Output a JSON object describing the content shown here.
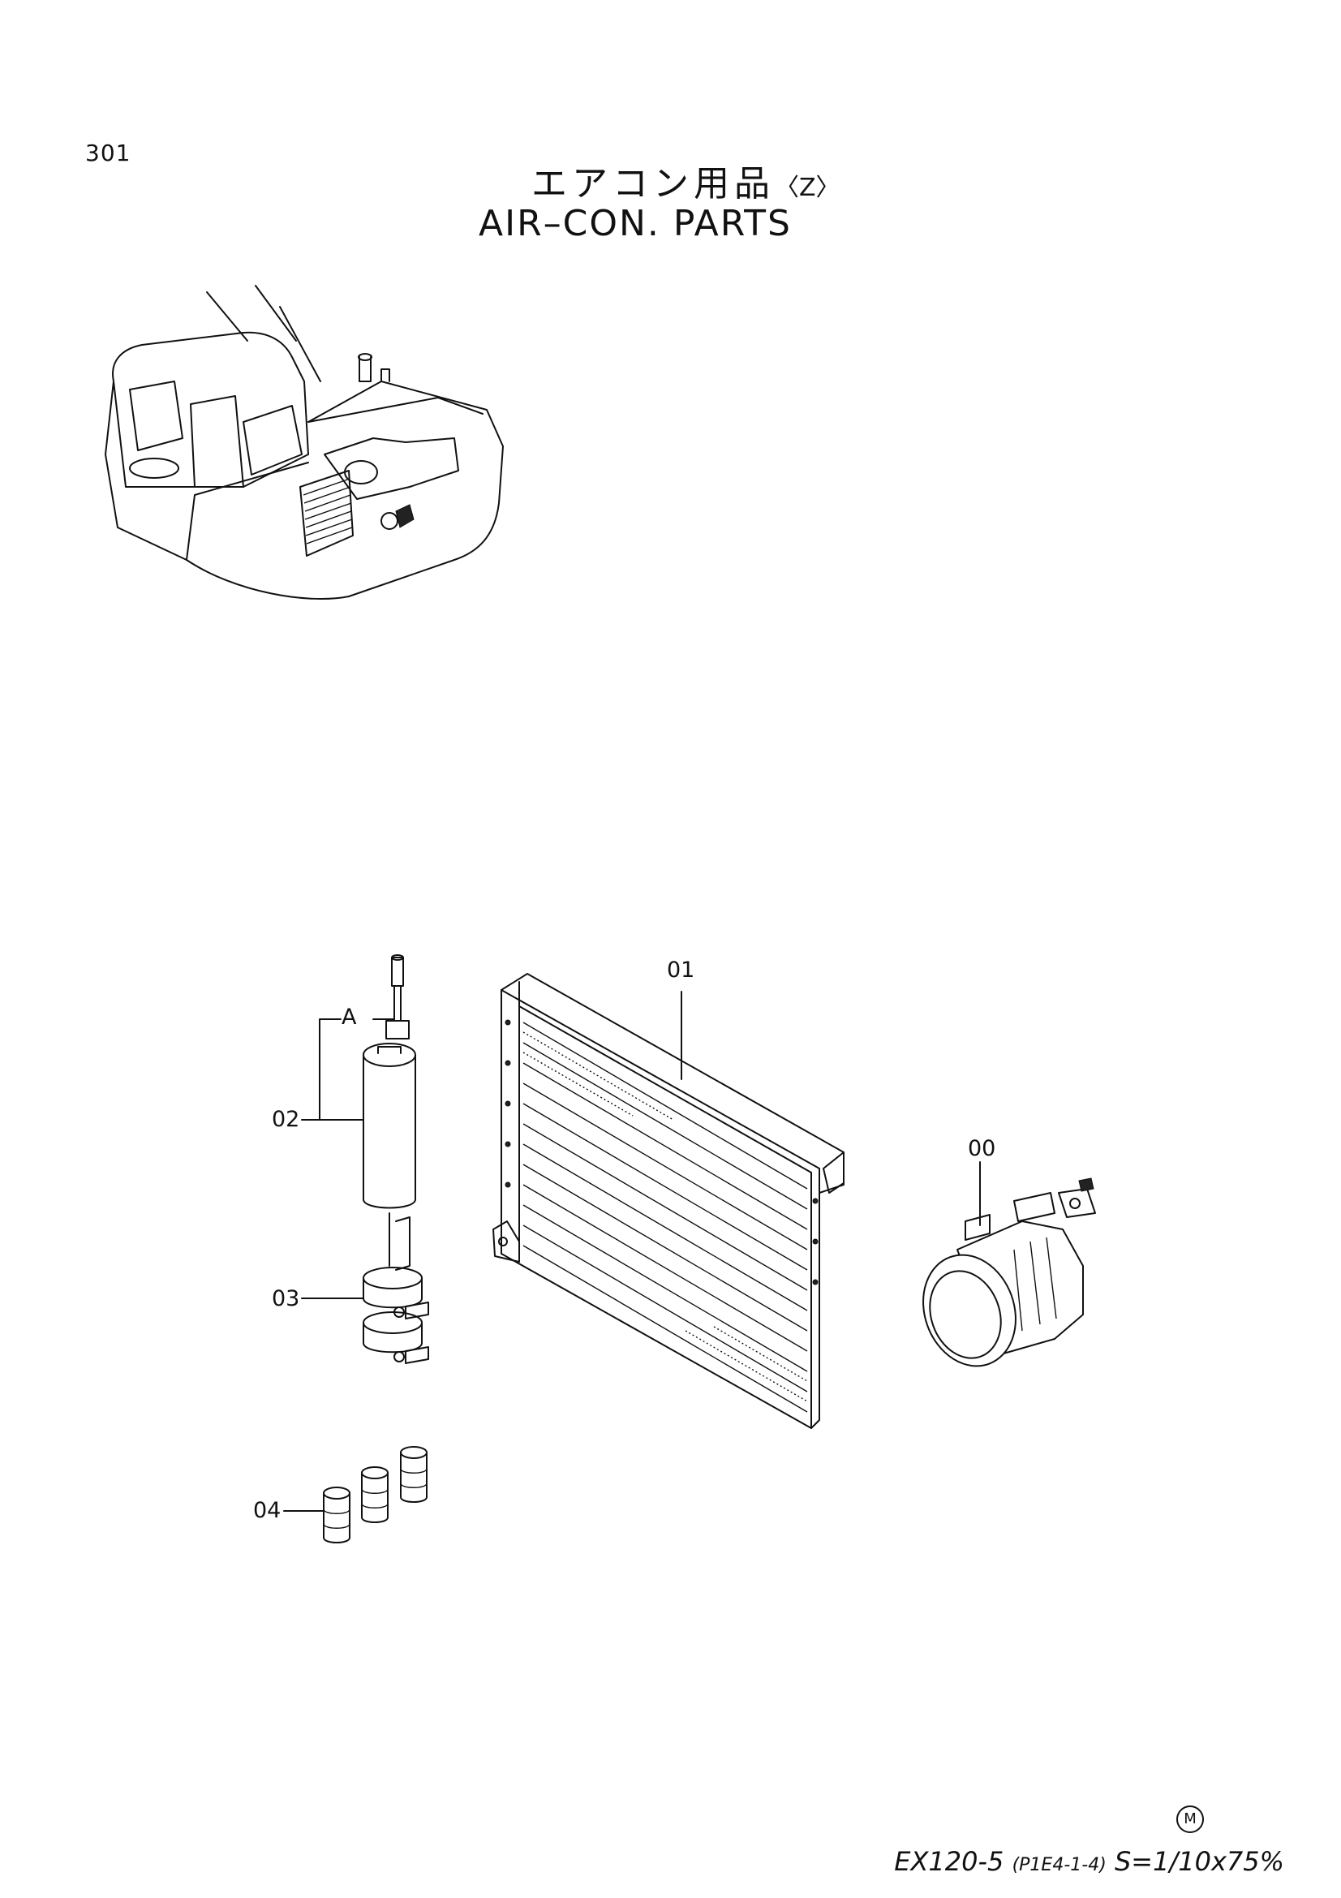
{
  "page_number": "301",
  "title_ja": "エアコン用品",
  "title_ja_suffix": "〈Z〉",
  "title_en": "AIR–CON.  PARTS",
  "callouts": {
    "part_00": "00",
    "part_01": "01",
    "part_02": "02",
    "part_03": "03",
    "part_04": "04",
    "view_a": "A"
  },
  "footer": {
    "mark": "M",
    "model": "EX120-5",
    "code": "(P1E4-1-4)",
    "scale": "S=1/10x75%"
  }
}
